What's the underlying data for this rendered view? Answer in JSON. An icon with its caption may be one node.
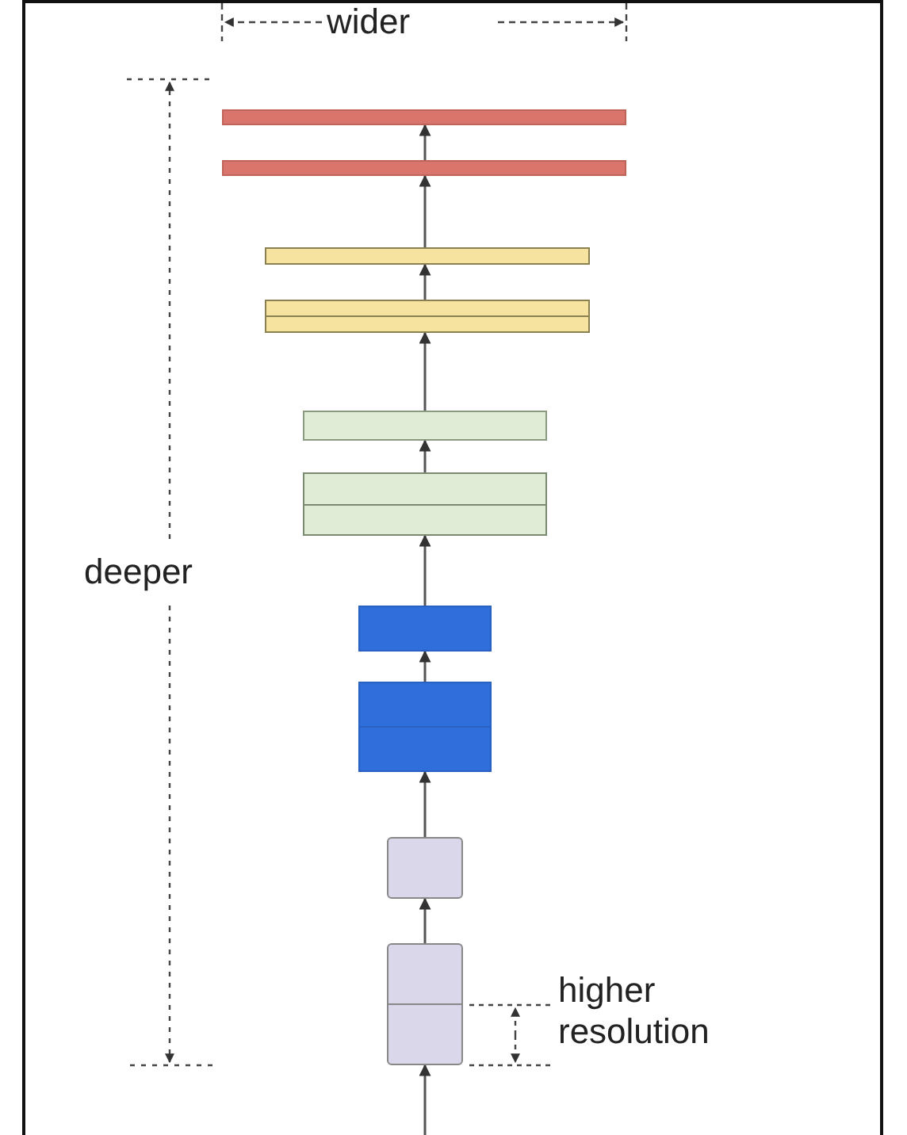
{
  "diagram": {
    "nodes": [
      {
        "text": [],
        "shape": "bar"
      },
      {
        "text": [],
        "shape": "bar"
      },
      {
        "text": [],
        "shape": "bar"
      },
      {
        "text": [],
        "shape": "bar"
      },
      {
        "text": [],
        "shape": "bar"
      },
      {
        "text": [],
        "shape": "bar"
      },
      {
        "text": [],
        "shape": "bar"
      },
      {
        "text": [],
        "shape": "bar"
      },
      {
        "text": [],
        "shape": "box"
      },
      {
        "text": [],
        "shape": "box"
      }
    ],
    "edges": [
      {
        "from": null,
        "to": 9,
        "arrow": "to"
      },
      {
        "from": 9,
        "to": 8,
        "arrow": "to"
      },
      {
        "from": 8,
        "to": 7,
        "arrow": "to"
      },
      {
        "from": 7,
        "to": 6,
        "arrow": "to"
      },
      {
        "from": 6,
        "to": 5,
        "arrow": "to"
      },
      {
        "from": 5,
        "to": 4,
        "arrow": "to"
      },
      {
        "from": 4,
        "to": 3,
        "arrow": "to"
      },
      {
        "from": 3,
        "to": 2,
        "arrow": "to"
      },
      {
        "from": 2,
        "to": 1,
        "arrow": "to"
      },
      {
        "from": 1,
        "to": 0,
        "arrow": "to"
      }
    ],
    "labels": [
      "wider",
      "deeper",
      "higher resolution"
    ]
  }
}
